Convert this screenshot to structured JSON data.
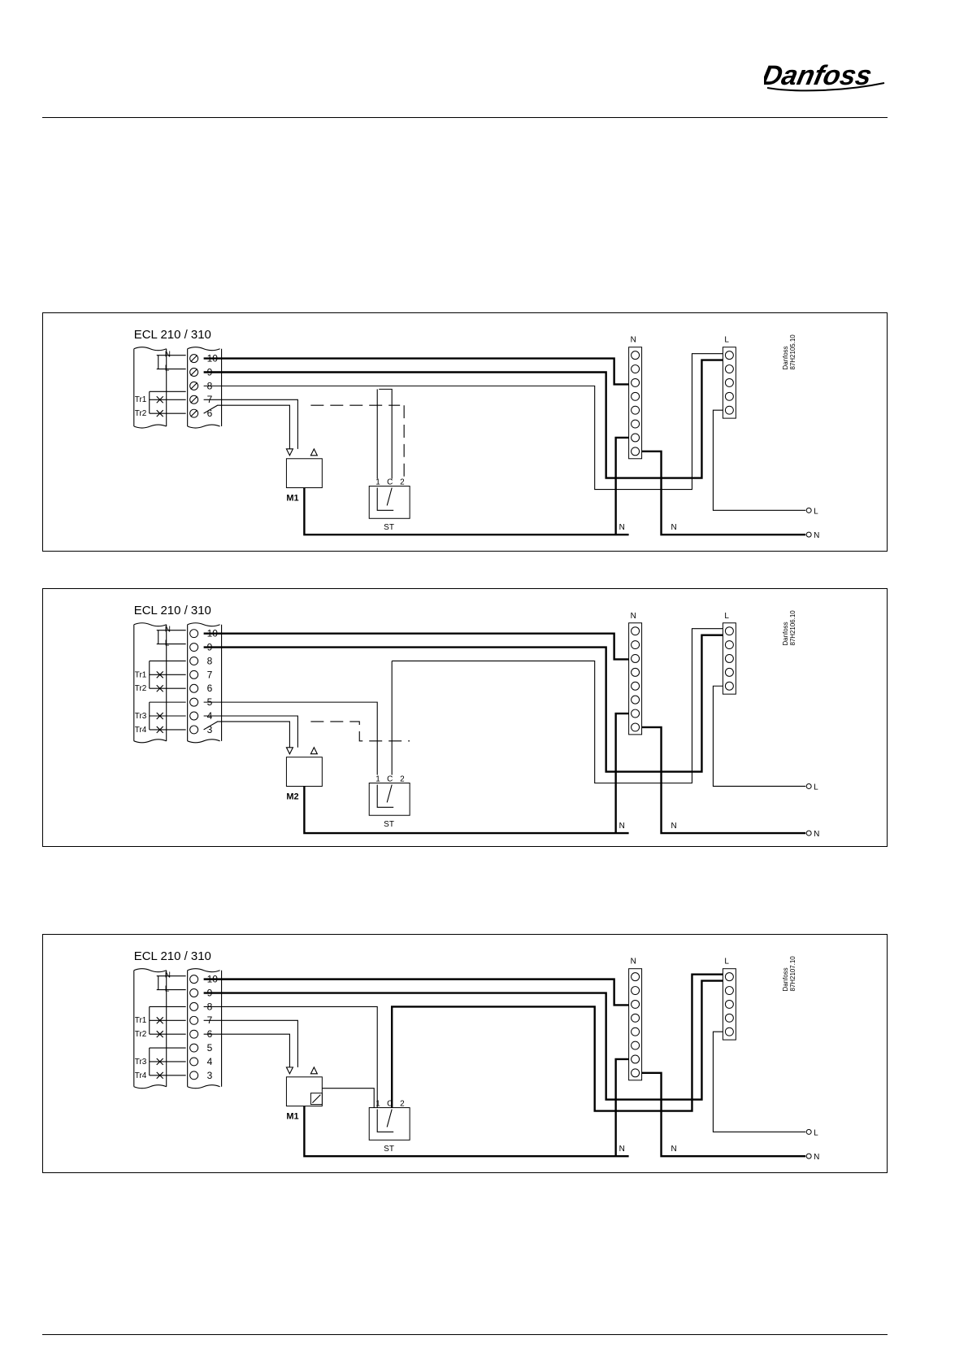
{
  "brand": {
    "name": "Danfoss",
    "color": "#000000"
  },
  "diagrams": [
    {
      "title": "ECL 210 / 310",
      "code_brand": "Danfoss",
      "code": "87H2105.10",
      "terminals": [
        "10",
        "9",
        "8",
        "7",
        "6"
      ],
      "power_labels": [
        "N",
        "L"
      ],
      "transformers": [
        "Tr1",
        "Tr2"
      ],
      "motor": "M1",
      "switch_label": "ST",
      "switch_pins": [
        "1",
        "C",
        "2"
      ],
      "bus_labels": {
        "n": "N",
        "l": "L"
      },
      "supply_labels": [
        "N",
        "N",
        "L",
        "N"
      ]
    },
    {
      "title": "ECL 210 / 310",
      "code_brand": "Danfoss",
      "code": "87H2106.10",
      "terminals": [
        "10",
        "9",
        "8",
        "7",
        "6",
        "5",
        "4",
        "3"
      ],
      "power_labels": [
        "N",
        "L"
      ],
      "transformers": [
        "Tr1",
        "Tr2",
        "Tr3",
        "Tr4"
      ],
      "motor": "M2",
      "switch_label": "ST",
      "switch_pins": [
        "1",
        "C",
        "2"
      ],
      "bus_labels": {
        "n": "N",
        "l": "L"
      },
      "supply_labels": [
        "N",
        "N",
        "L",
        "N"
      ]
    },
    {
      "title": "ECL 210 / 310",
      "code_brand": "Danfoss",
      "code": "87H2107.10",
      "terminals": [
        "10",
        "9",
        "8",
        "7",
        "6",
        "5",
        "4",
        "3"
      ],
      "power_labels": [
        "N",
        "L"
      ],
      "transformers": [
        "Tr1",
        "Tr2",
        "Tr3",
        "Tr4"
      ],
      "motor": "M1",
      "switch_label": "ST",
      "switch_pins": [
        "1",
        "C",
        "2"
      ],
      "bus_labels": {
        "n": "N",
        "l": "L"
      },
      "supply_labels": [
        "N",
        "N",
        "L",
        "N"
      ]
    }
  ]
}
